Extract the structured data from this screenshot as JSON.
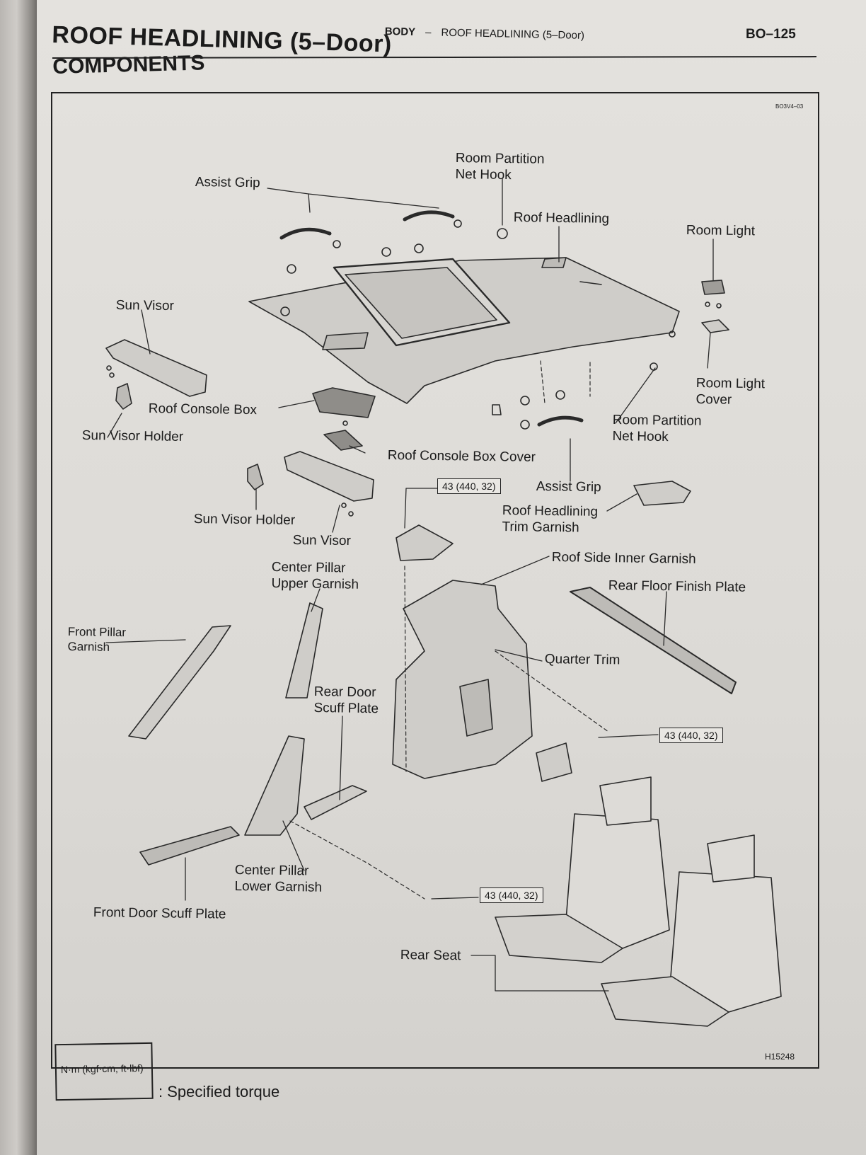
{
  "header": {
    "title": "ROOF HEADLINING (5–Door)",
    "subtitle": "COMPONENTS",
    "section": "BODY",
    "separator": "–",
    "running_title": "ROOF HEADLINING (5–Door)",
    "page_number": "BO–125"
  },
  "figure": {
    "code": "BO3V4–03",
    "illustration_code": "H15248"
  },
  "labels": {
    "room_partition_net_hook_top": "Room Partition\nNet Hook",
    "assist_grip_top": "Assist Grip",
    "roof_headlining": "Roof Headlining",
    "room_light": "Room Light",
    "sun_visor_left": "Sun Visor",
    "room_light_cover": "Room Light\nCover",
    "roof_console_box": "Roof Console Box",
    "sun_visor_holder_left": "Sun Visor Holder",
    "room_partition_net_hook_right": "Room Partition\nNet Hook",
    "roof_console_box_cover": "Roof Console Box Cover",
    "assist_grip_bottom": "Assist Grip",
    "roof_headlining_trim_garnish": "Roof Headlining\nTrim Garnish",
    "sun_visor_holder_center": "Sun Visor Holder",
    "sun_visor_center": "Sun Visor",
    "roof_side_inner_garnish": "Roof Side Inner Garnish",
    "center_pillar_upper_garnish": "Center Pillar\nUpper Garnish",
    "rear_floor_finish_plate": "Rear Floor Finish Plate",
    "front_pillar_garnish": "Front Pillar\nGarnish",
    "quarter_trim": "Quarter Trim",
    "rear_door_scuff_plate": "Rear Door\nScuff Plate",
    "center_pillar_lower_garnish": "Center Pillar\nLower Garnish",
    "front_door_scuff_plate": "Front Door Scuff Plate",
    "rear_seat": "Rear Seat"
  },
  "torque_specs": [
    "43 (440, 32)",
    "43 (440, 32)",
    "43 (440, 32)"
  ],
  "legend": {
    "units": "N·m (kgf·cm, ft·lbf)",
    "description": ": Specified torque"
  }
}
